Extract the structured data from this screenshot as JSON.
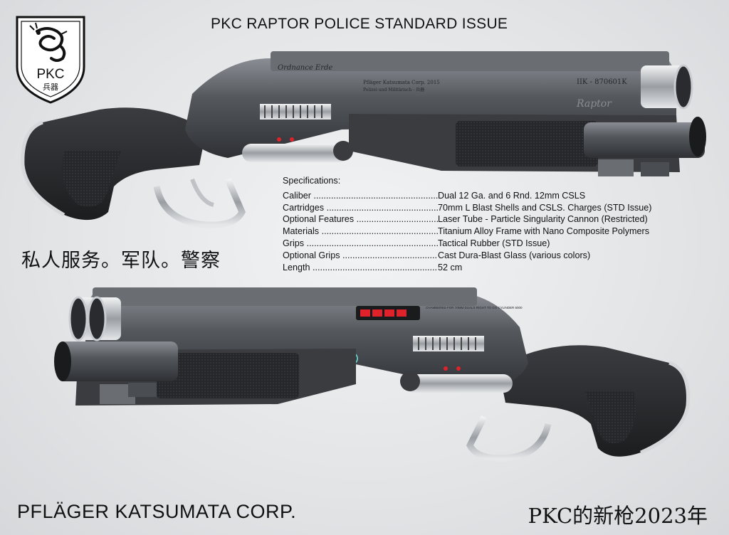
{
  "header": {
    "title": "PKC RAPTOR POLICE STANDARD ISSUE"
  },
  "logo": {
    "text": "PKC",
    "subtext": "兵器",
    "icon": "dragon-emblem-icon"
  },
  "gun_top": {
    "engraving_1": "Ordnance Erde",
    "engraving_2": "Pfläger Katsumata Corp. 2015",
    "engraving_3": "Polizei und Militärisch - 兵器",
    "serial": "IIK - 870601K",
    "brand": "Raptor"
  },
  "gun_bottom": {
    "chamber_text": "CHAMBERED FOR 70MM DUALS RIGHT TO GO CYLINDER 6000"
  },
  "specs": {
    "heading": "Specifications:",
    "rows": [
      {
        "key": "Caliber ......................................................",
        "value": "Dual 12 Ga. and 6 Rnd. 12mm CSLS"
      },
      {
        "key": "Cartridges ..................................................",
        "value": "70mm L Blast Shells and CSLS. Charges (STD Issue)"
      },
      {
        "key": "Optional Features .......................................",
        "value": "Laser Tube - Particle Singularity Cannon (Restricted)"
      },
      {
        "key": "Materials ....................................................",
        "value": "Titanium Alloy Frame with Nano Composite Polymers"
      },
      {
        "key": "Grips ...........................................................",
        "value": "Tactical Rubber (STD Issue)"
      },
      {
        "key": "Optional Grips ............................................",
        "value": "Cast Dura-Blast Glass (various colors)"
      },
      {
        "key": "Length .........................................................",
        "value": "52 cm"
      }
    ]
  },
  "footer": {
    "tagline_cn": "私人服务。军队。警察",
    "corp": "PFLÄGER KATSUMATA CORP.",
    "year_cn": "PKC的新枪2023年"
  },
  "colors": {
    "metal": "#5a5e63",
    "grip": "#2a2b2e",
    "chrome": "#c9ccd0",
    "led": "#e0222a"
  }
}
